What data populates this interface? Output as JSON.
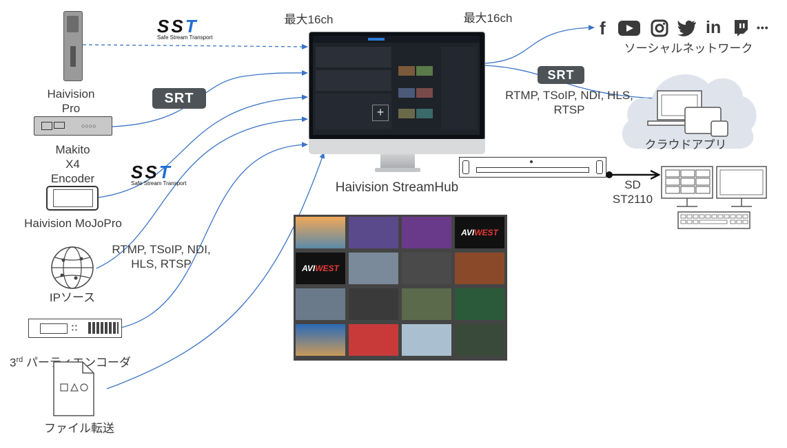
{
  "labels": {
    "max_in": "最大16ch",
    "max_out": "最大16ch",
    "social": "ソーシャルネットワーク",
    "cloud": "クラウドアプリ",
    "out_protocols": "RTMP, TSoIP, NDI, HLS,\nRTSP",
    "sdi_output": "SD\nST2110",
    "streamhub": "Haivision StreamHub",
    "pro": "Haivision\nPro",
    "makito": "Makito\nX4\nEncoder",
    "mojopro": "Haivision MoJoPro",
    "in_protocols": "RTMP, TSoIP, NDI,\nHLS, RTSP",
    "ip_source": "IPソース",
    "third_party_sup": "rd",
    "third_party_num": "3",
    "third_party": " パーティエンコーダ",
    "file_transfer": "ファイル転送"
  },
  "badges": {
    "srt_in": "SRT",
    "srt_out": "SRT",
    "sst_top": {
      "main": "SST",
      "sub": "Safe Stream Transport"
    },
    "sst_bottom": {
      "main": "SST",
      "sub": "Safe Stream Transport"
    }
  },
  "social_icons": [
    "facebook-icon",
    "youtube-icon",
    "instagram-icon",
    "twitter-icon",
    "linkedin-icon",
    "twitch-icon",
    "more-icon"
  ],
  "social_glyphs": {
    "facebook": "f",
    "linkedin": "in",
    "more": "•••"
  },
  "mosaic": {
    "logo_a": "AVI",
    "logo_b": "WEST",
    "tiles": [
      "#d99a5a",
      "#5a4a8c",
      "#6a3a8a",
      "#111111",
      "#111111",
      "#7a8a9a",
      "#4a4a4a",
      "#8a4a2a",
      "#6a7a6a",
      "#3a3a3a",
      "#5a6a4a",
      "#2a5a3a",
      "#c89a5a",
      "#c83a3a",
      "#aac0d0",
      "#3a4a3a"
    ]
  },
  "colors": {
    "arrow": "#3b74c6",
    "srt": "#4d5356",
    "sst_blue": "#1f6fd1",
    "cloud": "#dfe4ec"
  }
}
